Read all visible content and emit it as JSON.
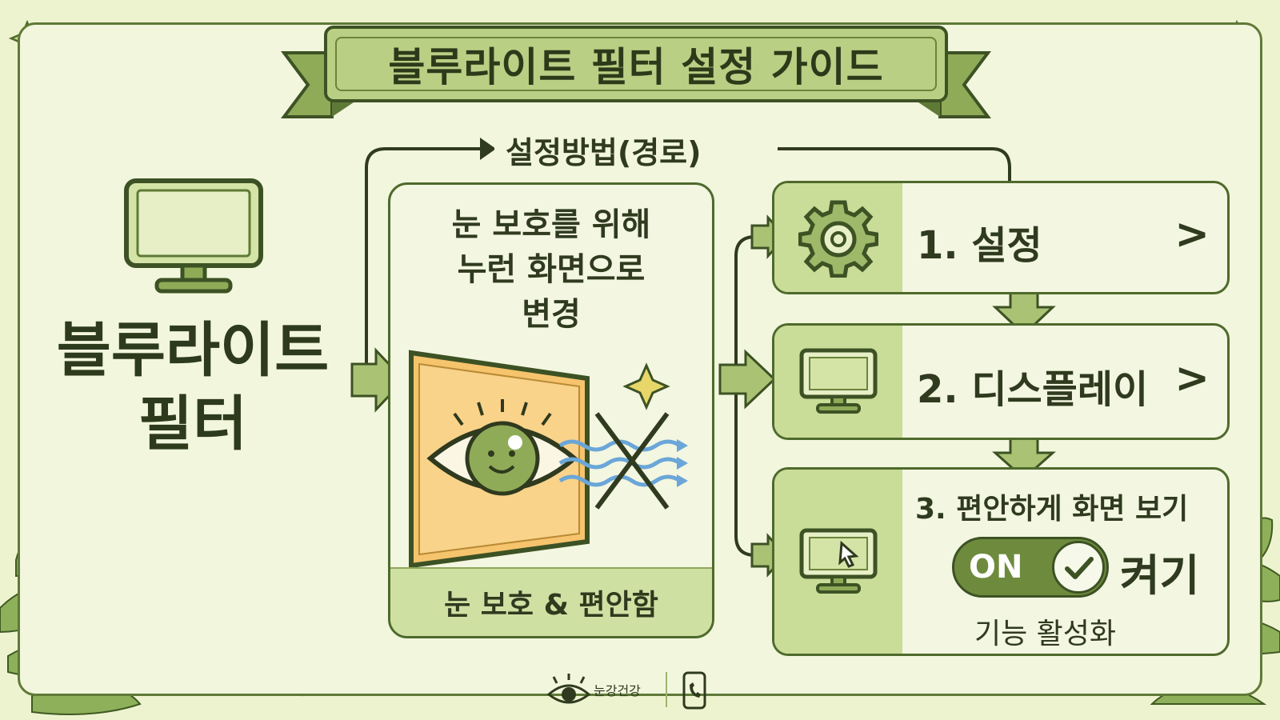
{
  "title": "블루라이트 필터 설정 가이드",
  "left": {
    "title_line1": "블루라이트",
    "title_line2": "필터"
  },
  "path_label": "설정방법(경로)",
  "middle": {
    "line1": "눈 보호를 위해",
    "line2": "누런 화면으로",
    "line3": "변경",
    "footer": "눈 보호 & 편안함"
  },
  "steps": [
    {
      "label": "1. 설정",
      "chevron": ">",
      "icon": "gear-icon"
    },
    {
      "label": "2. 디스플레이",
      "chevron": ">",
      "icon": "monitor-icon"
    },
    {
      "label": "3. 편안하게 화면 보기",
      "icon": "monitor-cursor-icon"
    }
  ],
  "toggle": {
    "text": "ON",
    "state": "on"
  },
  "turn_on_label": "켜기",
  "activate_label": "기능 활성화",
  "footer": {
    "text": "눈강건강"
  },
  "colors": {
    "background": "#eef3cf",
    "accent": "#b9cf84",
    "dark": "#3d5224",
    "panel": "#c9dc98",
    "screen_warm": "#f6c46d"
  }
}
